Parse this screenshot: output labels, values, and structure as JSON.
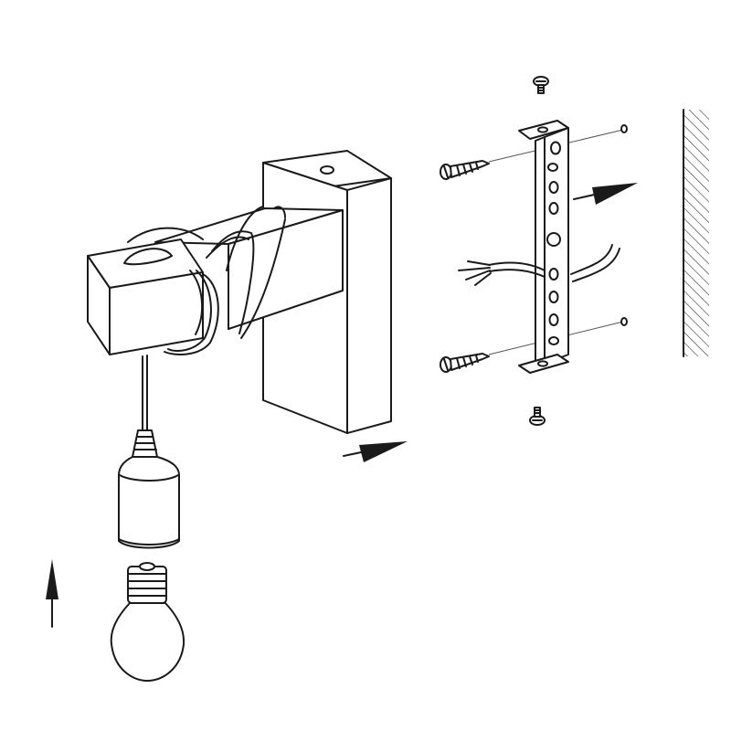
{
  "diagram": {
    "parts": [
      "wall",
      "mounting-bracket",
      "bracket-screw",
      "wall-screw",
      "wall-plug",
      "supply-wires",
      "lamp-base",
      "lamp-arm",
      "pendant-cord",
      "lamp-socket",
      "light-bulb"
    ],
    "arrows": [
      {
        "part": "mounting-bracket",
        "direction": "right"
      },
      {
        "part": "lamp-base",
        "direction": "right"
      },
      {
        "part": "light-bulb",
        "direction": "up"
      }
    ],
    "colors": {
      "line": "#1a1a1a",
      "background": "#ffffff"
    }
  }
}
